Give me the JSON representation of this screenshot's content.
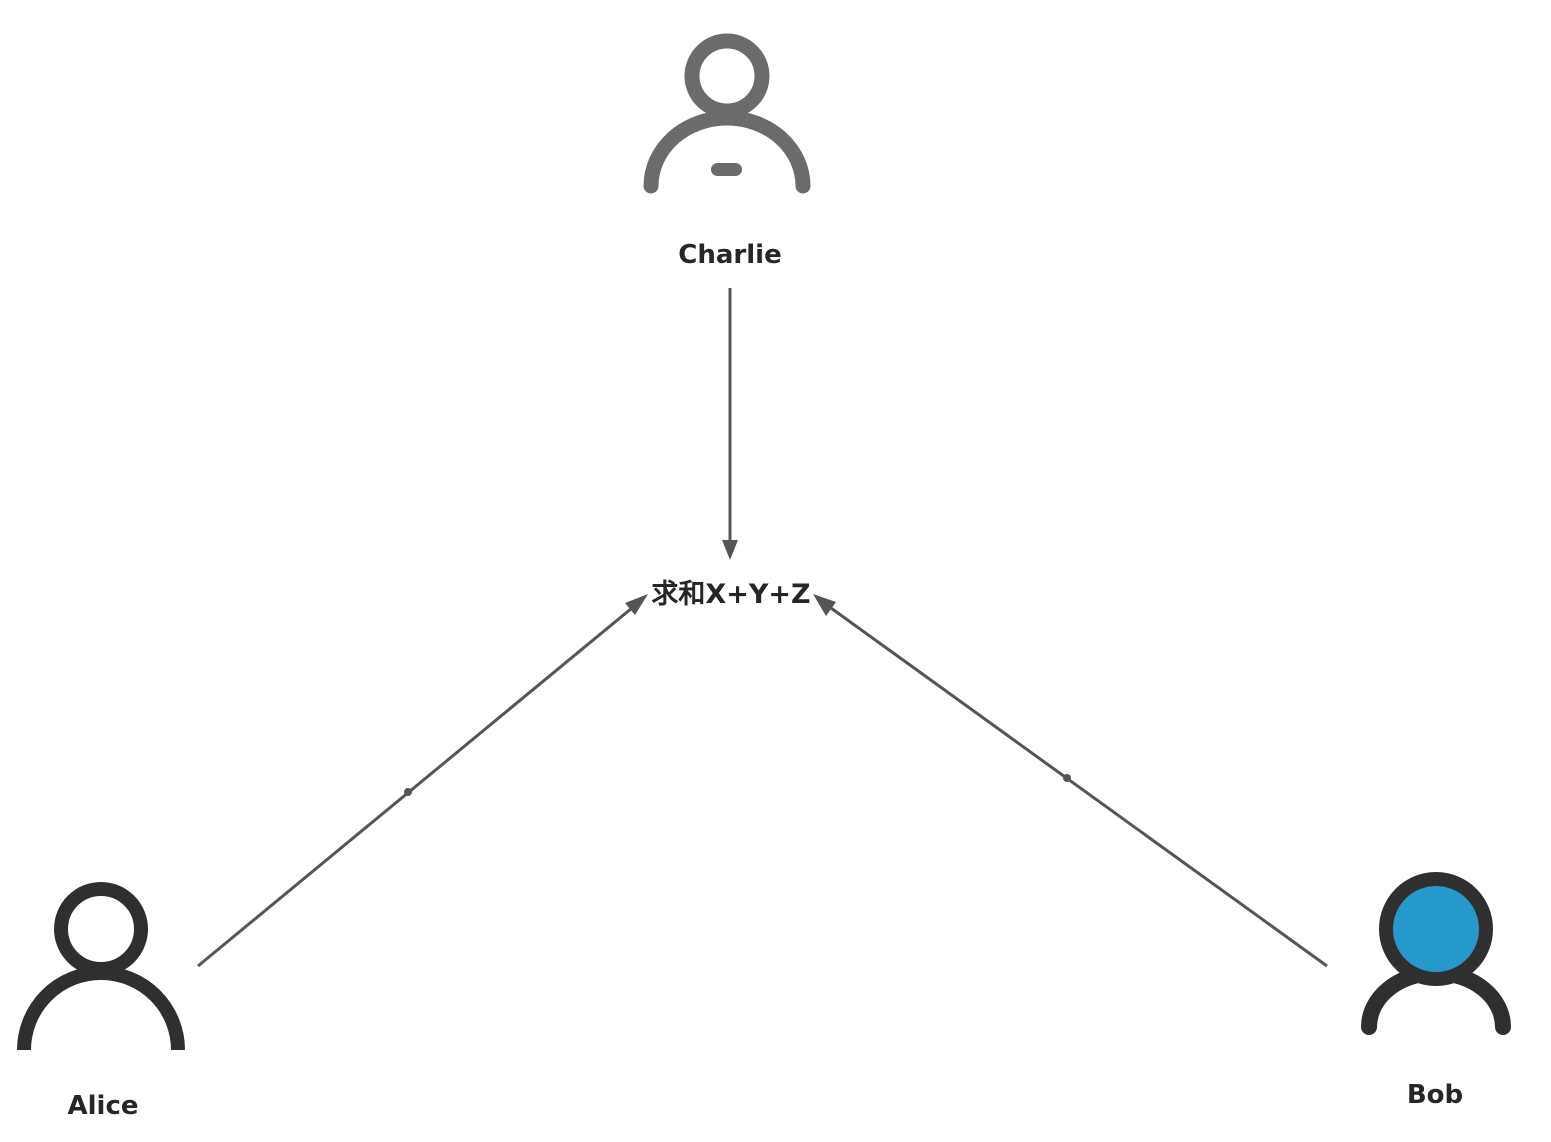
{
  "diagram": {
    "center_label": "求和X+Y+Z",
    "participants": {
      "charlie": {
        "name": "Charlie",
        "icon": "user-icon-gray"
      },
      "alice": {
        "name": "Alice",
        "icon": "user-icon-outline"
      },
      "bob": {
        "name": "Bob",
        "icon": "user-icon-blue-filled"
      }
    },
    "colors": {
      "charlie_icon": "#6b6b6b",
      "alice_icon": "#2f2f2f",
      "bob_icon_outline": "#2f2f2f",
      "bob_icon_fill": "#2699cc",
      "arrow": "#555555",
      "text": "#262626"
    }
  }
}
